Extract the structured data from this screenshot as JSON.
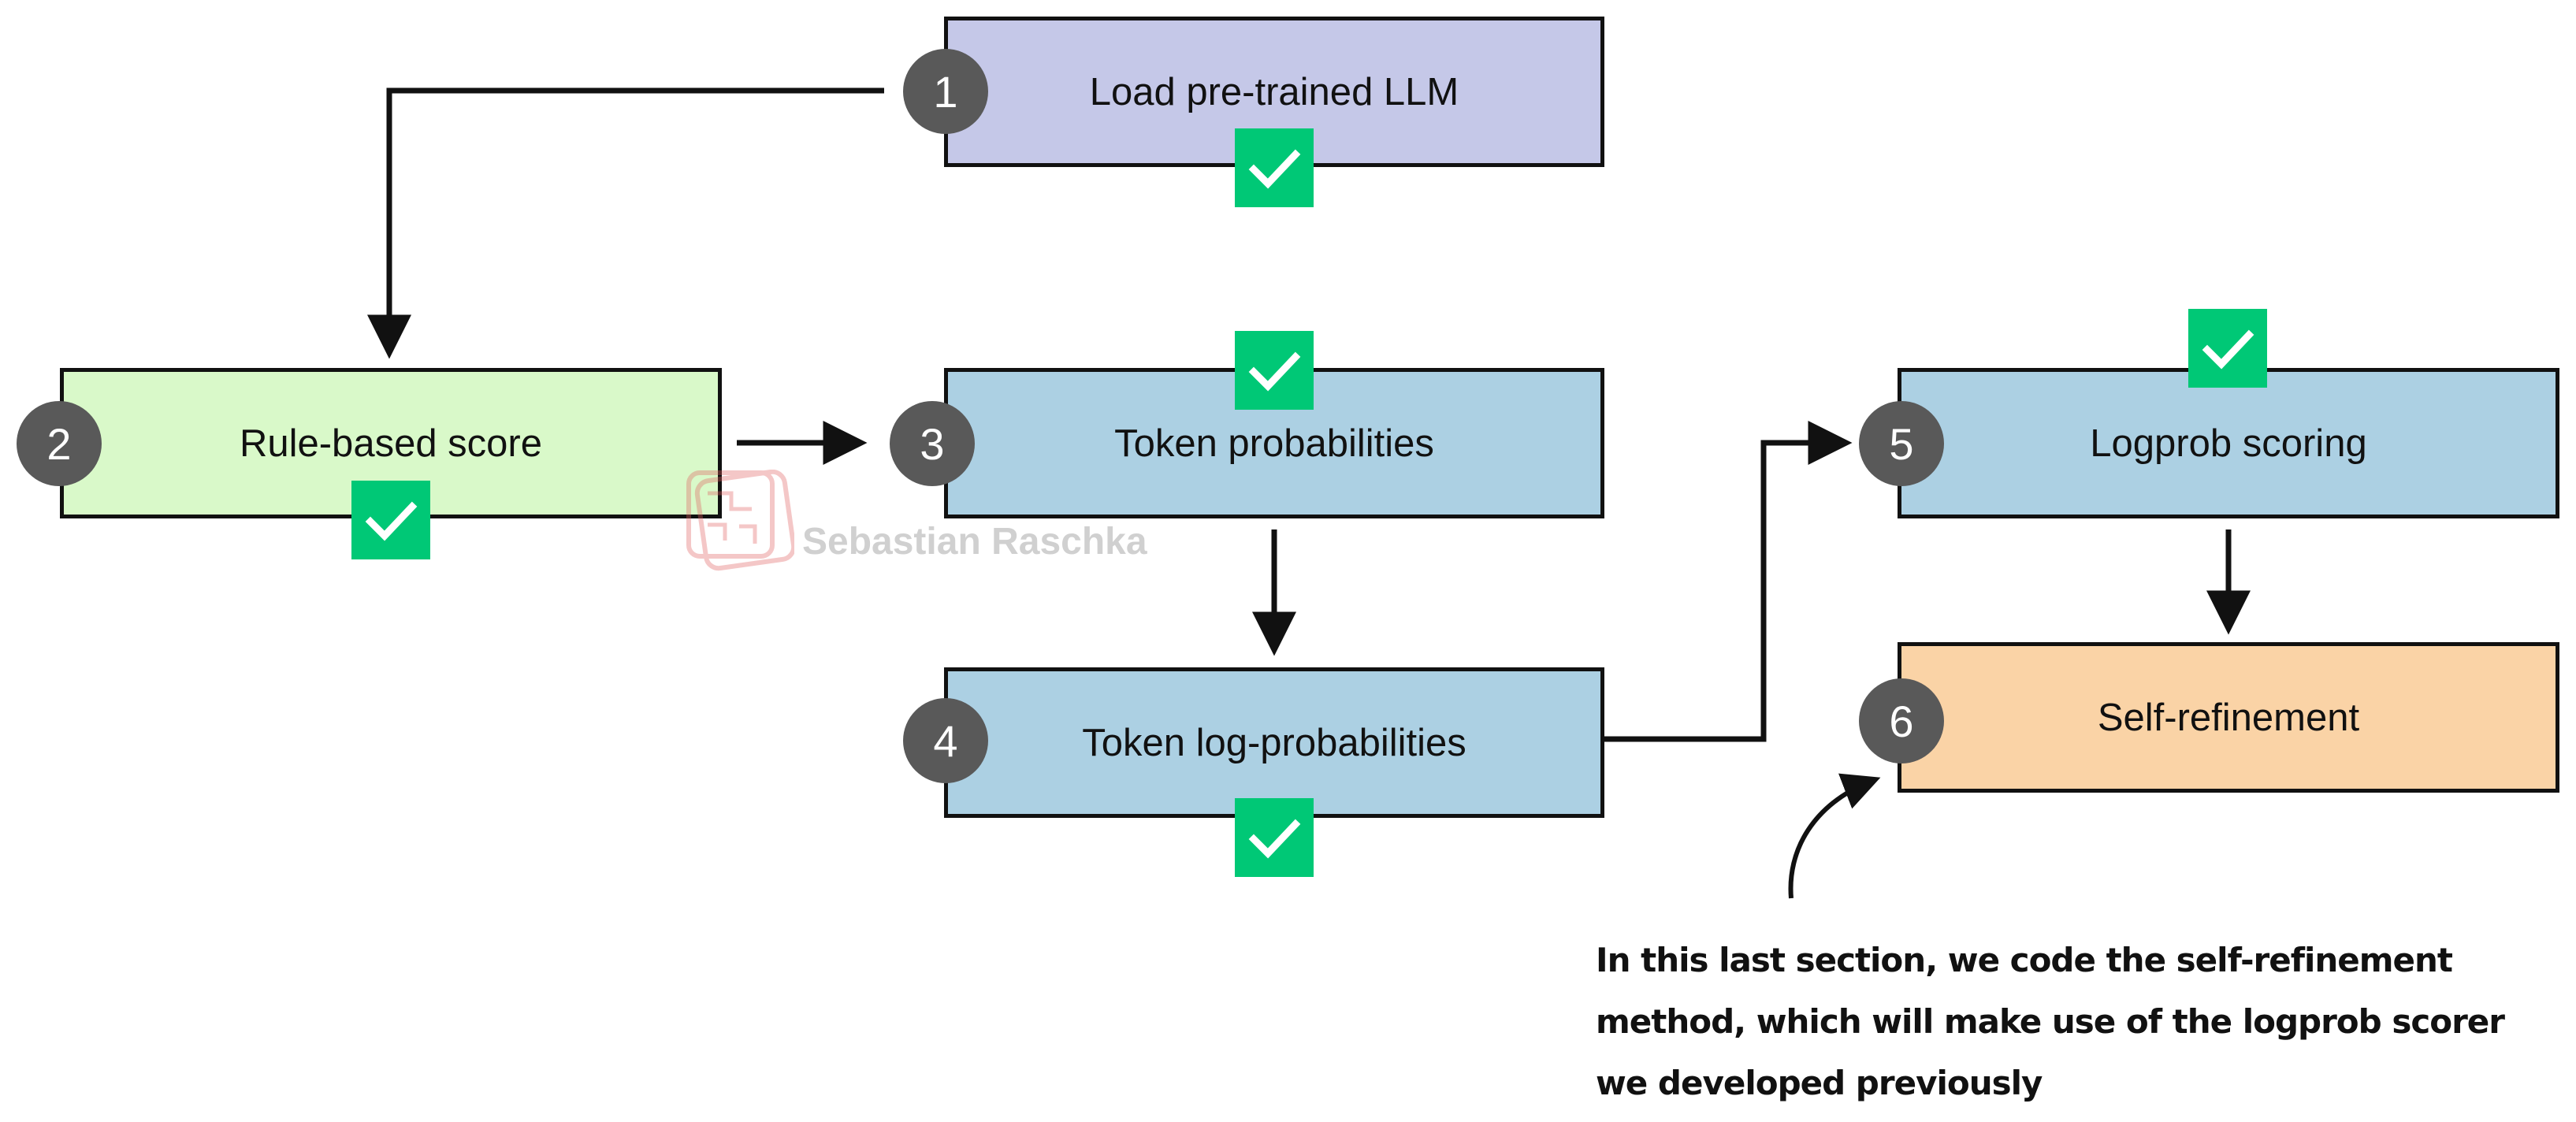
{
  "steps": [
    {
      "number": "1",
      "label": "Load pre-trained LLM",
      "color": "#c5c8e8"
    },
    {
      "number": "2",
      "label": "Rule-based score",
      "color": "#d9f9c9"
    },
    {
      "number": "3",
      "label": "Token probabilities",
      "color": "#acd0e3"
    },
    {
      "number": "4",
      "label": "Token log-probabilities",
      "color": "#acd0e3"
    },
    {
      "number": "5",
      "label": "Logprob scoring",
      "color": "#acd0e3"
    },
    {
      "number": "6",
      "label": "Self-refinement",
      "color": "#fad3a6"
    }
  ],
  "completed_steps": [
    "1",
    "2",
    "3",
    "4",
    "5"
  ],
  "watermark": "Sebastian Raschka",
  "note": "In this last section, we code the self-refinement method, which will make use of the logprob scorer we developed previously",
  "colors": {
    "badge": "#595959",
    "check": "#00c876",
    "line": "#111111"
  }
}
